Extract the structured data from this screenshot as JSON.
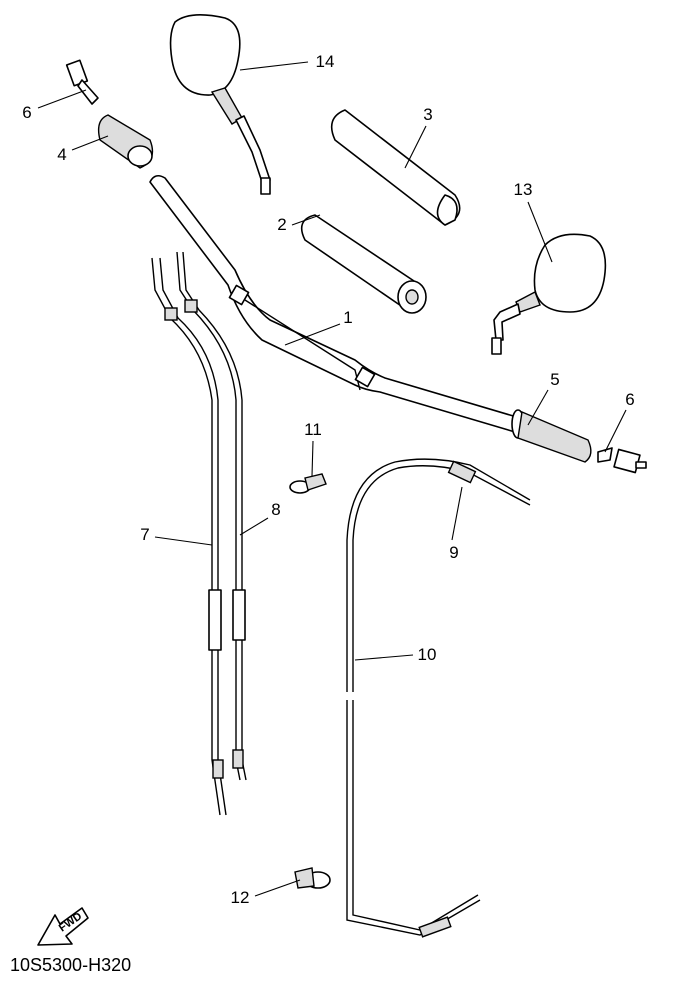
{
  "diagram": {
    "callouts": [
      {
        "id": "14",
        "label": "14"
      },
      {
        "id": "6a",
        "label": "6"
      },
      {
        "id": "4",
        "label": "4"
      },
      {
        "id": "3",
        "label": "3"
      },
      {
        "id": "13",
        "label": "13"
      },
      {
        "id": "2",
        "label": "2"
      },
      {
        "id": "1",
        "label": "1"
      },
      {
        "id": "5",
        "label": "5"
      },
      {
        "id": "6b",
        "label": "6"
      },
      {
        "id": "11",
        "label": "11"
      },
      {
        "id": "7",
        "label": "7"
      },
      {
        "id": "8",
        "label": "8"
      },
      {
        "id": "9",
        "label": "9"
      },
      {
        "id": "10",
        "label": "10"
      },
      {
        "id": "12",
        "label": "12"
      }
    ],
    "fwd_label": "FWD",
    "drawing_code": "10S5300-H320"
  }
}
